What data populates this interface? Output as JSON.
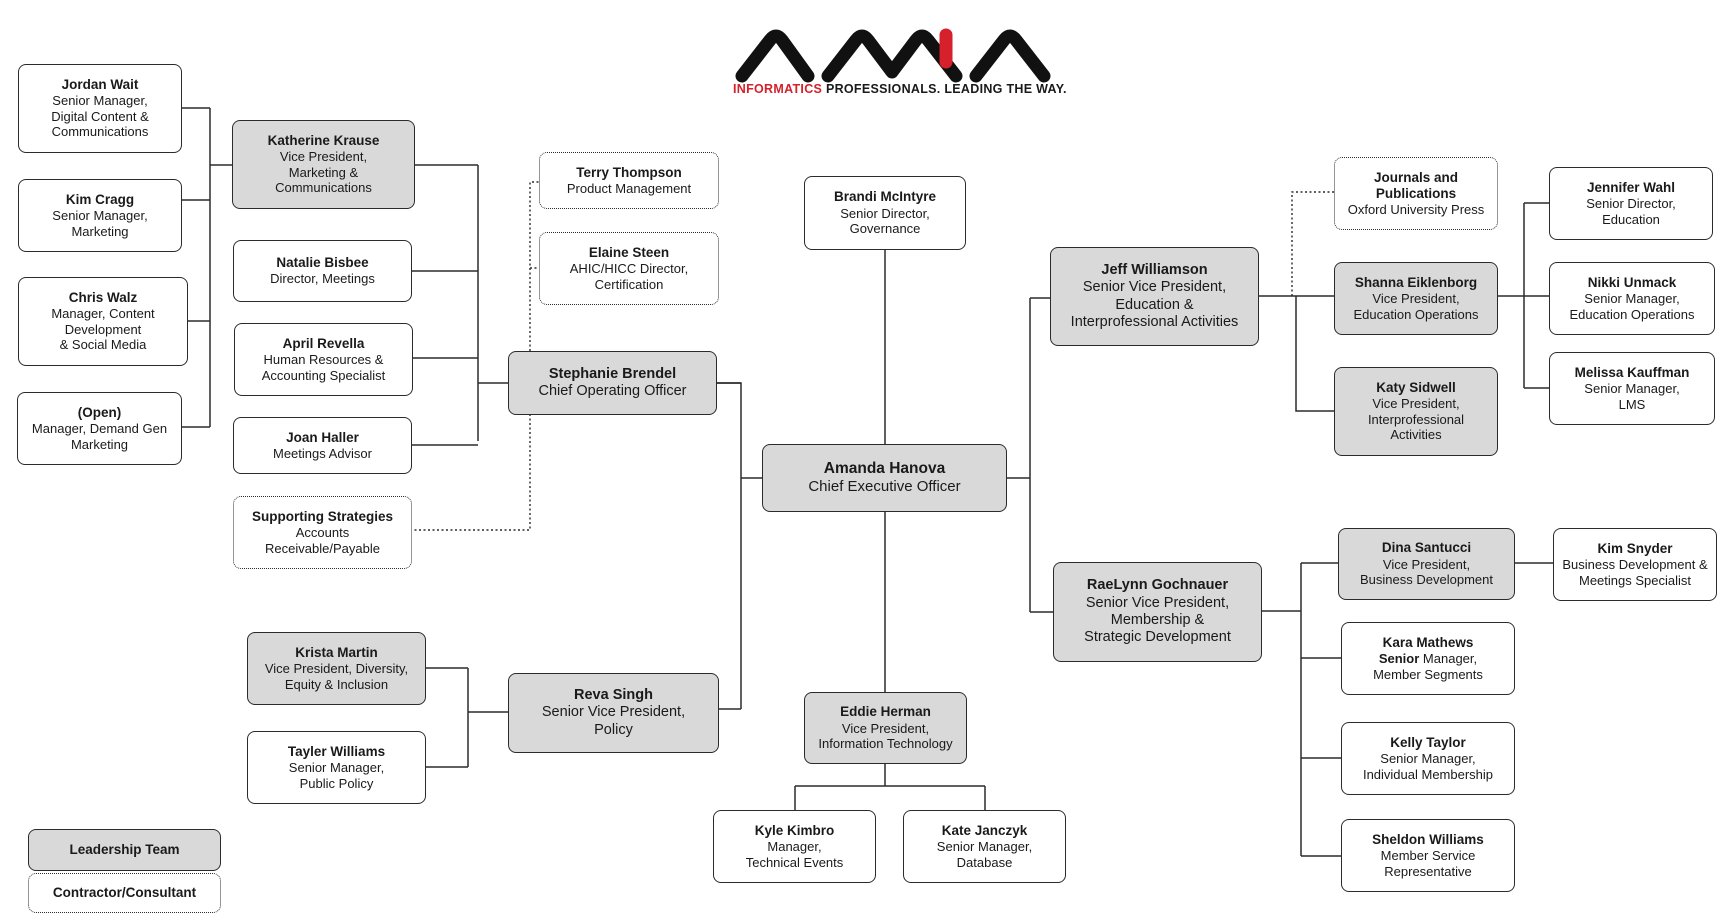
{
  "logo": {
    "text": "AMIA",
    "colors": {
      "dark": "#111111",
      "accent": "#d6202b"
    },
    "tagline_accent": "INFORMATICS",
    "tagline_rest": " PROFESSIONALS. LEADING THE WAY."
  },
  "colors": {
    "leadership_fill": "#d9d9d9",
    "border": "#2b2b2b",
    "line": "#2b2b2b"
  },
  "nodes": {
    "ceo": {
      "name": "Amanda Hanova",
      "title": "Chief Executive Officer"
    },
    "coo": {
      "name": "Stephanie Brendel",
      "title": "Chief Operating Officer"
    },
    "brandi": {
      "name": "Brandi McIntyre",
      "title": "Senior Director,\nGovernance"
    },
    "eddie": {
      "name": "Eddie Herman",
      "title": "Vice President,\nInformation Technology"
    },
    "kyle": {
      "name": "Kyle Kimbro",
      "title": "Manager,\nTechnical Events"
    },
    "kate": {
      "name": "Kate Janczyk",
      "title": "Senior Manager,\nDatabase"
    },
    "reva": {
      "name": "Reva Singh",
      "title": "Senior Vice President,\nPolicy"
    },
    "krista": {
      "name": "Krista Martin",
      "title": "Vice President, Diversity,\nEquity & Inclusion"
    },
    "tayler": {
      "name": "Tayler Williams",
      "title": "Senior Manager,\nPublic Policy"
    },
    "katherine": {
      "name": "Katherine Krause",
      "title": "Vice President,\nMarketing &\nCommunications"
    },
    "jordan": {
      "name": "Jordan Wait",
      "title": "Senior Manager,\nDigital Content &\nCommunications"
    },
    "kim": {
      "name": "Kim Cragg",
      "title": "Senior Manager,\nMarketing"
    },
    "chris": {
      "name": "Chris Walz",
      "title": "Manager, Content\nDevelopment\n& Social Media"
    },
    "open": {
      "name": "(Open)",
      "title": "Manager, Demand Gen\nMarketing"
    },
    "natalie": {
      "name": "Natalie Bisbee",
      "title": "Director, Meetings"
    },
    "april": {
      "name": "April Revella",
      "title": "Human Resources &\nAccounting Specialist"
    },
    "joan": {
      "name": "Joan Haller",
      "title": "Meetings Advisor"
    },
    "supporting": {
      "name": "Supporting Strategies",
      "title": "Accounts\nReceivable/Payable"
    },
    "terry": {
      "name": "Terry Thompson",
      "title": "Product Management"
    },
    "elaine": {
      "name": "Elaine Steen",
      "title": "AHIC/HICC Director,\nCertification"
    },
    "jeff": {
      "name": "Jeff Williamson",
      "title": "Senior Vice President,\nEducation &\nInterprofessional Activities"
    },
    "journals": {
      "name": "Journals and\nPublications",
      "title": "Oxford University Press"
    },
    "shanna": {
      "name": "Shanna Eiklenborg",
      "title": "Vice President,\nEducation Operations"
    },
    "katy": {
      "name": "Katy Sidwell",
      "title": "Vice President,\nInterprofessional\nActivities"
    },
    "jennifer": {
      "name": "Jennifer Wahl",
      "title": "Senior Director,\nEducation"
    },
    "nikki": {
      "name": "Nikki Unmack",
      "title": "Senior Manager,\nEducation Operations"
    },
    "melissa": {
      "name": "Melissa Kauffman",
      "title": "Senior Manager,\nLMS"
    },
    "raelynn": {
      "name": "RaeLynn Gochnauer",
      "title": "Senior Vice President,\nMembership &\nStrategic Development"
    },
    "dina": {
      "name": "Dina Santucci",
      "title": "Vice President,\nBusiness Development"
    },
    "kimsnyder": {
      "name": "Kim Snyder",
      "title": "Business Development &\nMeetings Specialist"
    },
    "kara": {
      "name": "Kara Mathews",
      "title_bold": "Senior",
      "title": " Manager,\nMember Segments"
    },
    "kelly": {
      "name": "Kelly Taylor",
      "title": "Senior Manager,\nIndividual Membership"
    },
    "sheldon": {
      "name": "Sheldon Williams",
      "title": "Member Service\nRepresentative"
    }
  },
  "legend": {
    "leadership": "Leadership Team",
    "contractor": "Contractor/Consultant"
  }
}
